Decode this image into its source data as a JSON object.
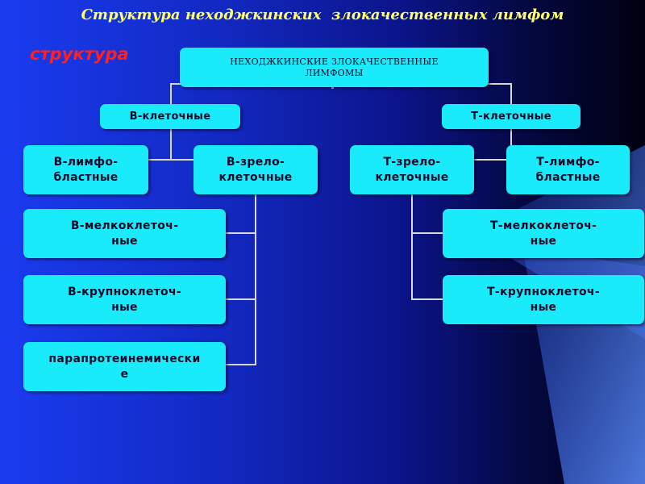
{
  "title": "Структура неходжкинских  злокачественных лимфом",
  "subtitle": "структура",
  "diagram": {
    "root": "НЕХОДЖКИНСКИЕ ЗЛОКАЧЕСТВЕННЫЕ\nЛИМФОМЫ",
    "b_cell": {
      "label": "В-клеточные",
      "children": [
        "В-лимфо-\nбластные",
        "В-зрело-\nклеточные",
        "В-мелкоклеточ-\nные",
        "В-крупноклеточ-\nные",
        "парапротеинемически\nе"
      ]
    },
    "t_cell": {
      "label": "Т-клеточные",
      "children": [
        "Т-зрело-\nклеточные",
        "Т-лимфо-\nбластные",
        "Т-мелкоклеточ-\nные",
        "Т-крупноклеточ-\nные"
      ]
    }
  },
  "colors": {
    "box_fill": "#19ebfb",
    "title": "#ffff66",
    "subtitle": "#ff2020",
    "connector": "#d8d8d8"
  }
}
